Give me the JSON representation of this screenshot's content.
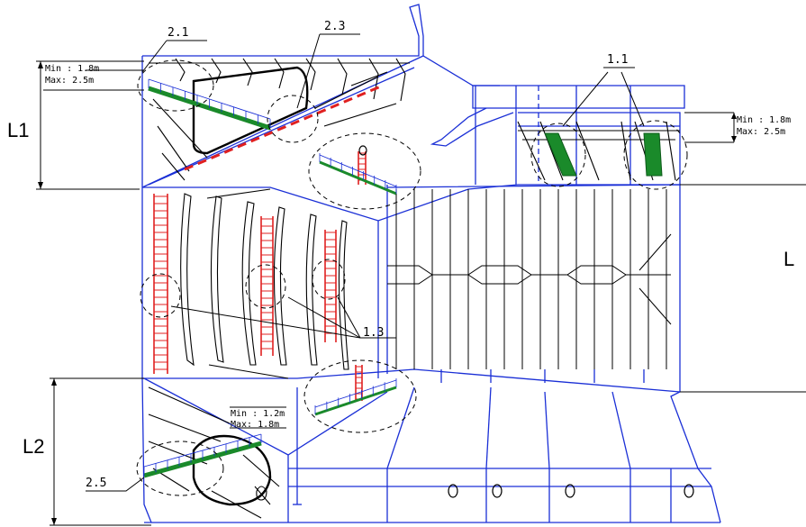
{
  "labels": {
    "ref_2_1": "2.1",
    "ref_2_3": "2.3",
    "ref_1_1": "1.1",
    "ref_1_3": "1.3",
    "ref_2_5": "2.5"
  },
  "dimensions": {
    "L1": "L1",
    "L2": "L2",
    "L": "L",
    "upper_left": {
      "min": "Min : 1.8m",
      "max": "Max: 2.5m"
    },
    "upper_right": {
      "min": "Min : 1.8m",
      "max": "Max: 2.5m"
    },
    "lower_left": {
      "min": "Min : 1.2m",
      "max": "Max: 1.8m"
    }
  },
  "colors": {
    "structure": "#1a2fd6",
    "ladder": "#e02020",
    "walkway": "#1a8a2a",
    "annotation": "#000000"
  }
}
